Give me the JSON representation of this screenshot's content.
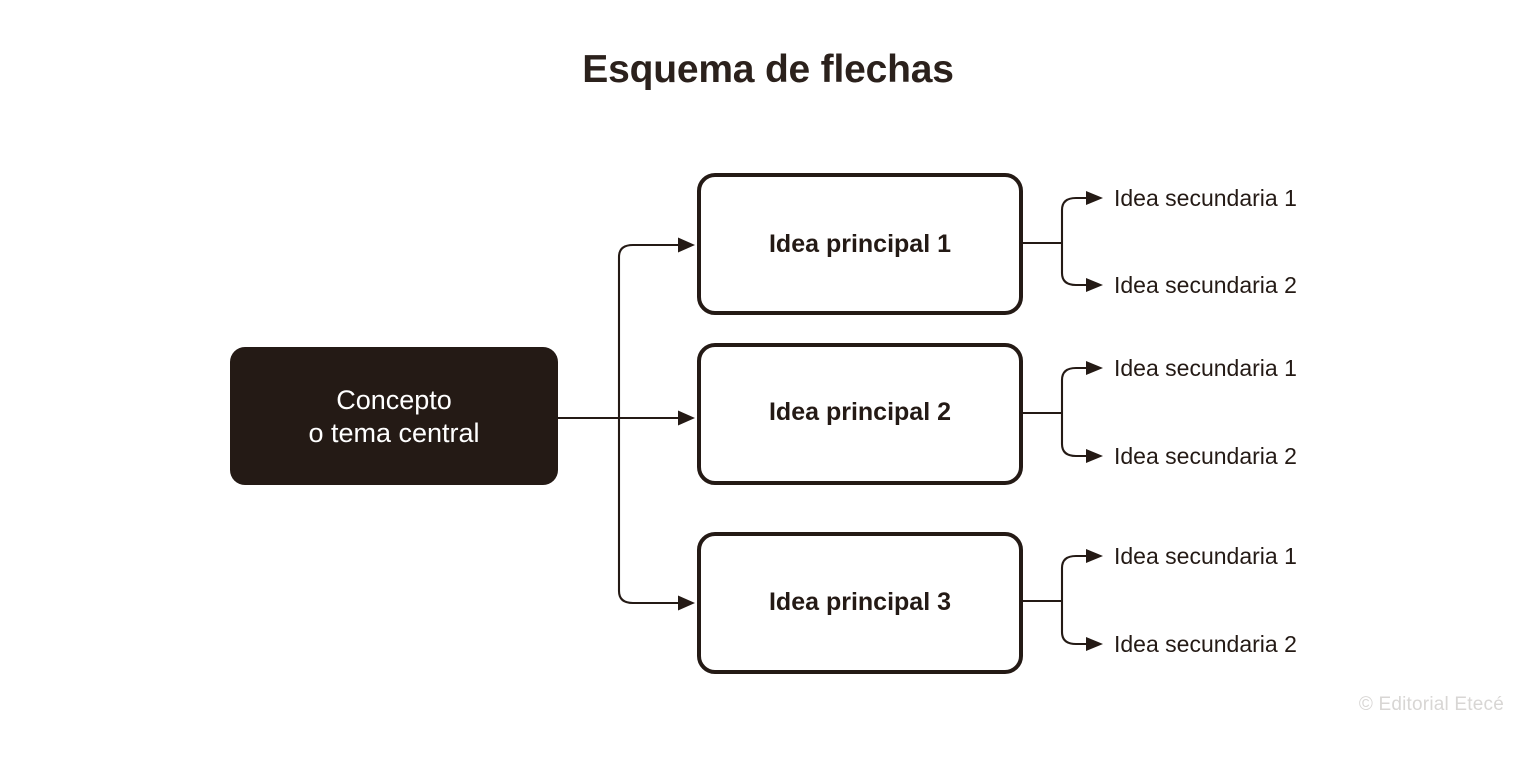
{
  "diagram": {
    "title": "Esquema de flechas",
    "type": "arrow-scheme-tree",
    "background_color": "#ffffff",
    "ink_color": "#241a15",
    "credit": "© Editorial Etecé",
    "central_node": {
      "label_line1": "Concepto",
      "label_line2": "o tema central",
      "fill": "#241a15",
      "text_color": "#ffffff"
    },
    "branches": [
      {
        "main_label": "Idea principal 1",
        "secondary": [
          {
            "label": "Idea secundaria 1"
          },
          {
            "label": "Idea secundaria 2"
          }
        ]
      },
      {
        "main_label": "Idea principal 2",
        "secondary": [
          {
            "label": "Idea secundaria 1"
          },
          {
            "label": "Idea secundaria 2"
          }
        ]
      },
      {
        "main_label": "Idea principal 3",
        "secondary": [
          {
            "label": "Idea secundaria 1"
          },
          {
            "label": "Idea secundaria 2"
          }
        ]
      }
    ]
  }
}
